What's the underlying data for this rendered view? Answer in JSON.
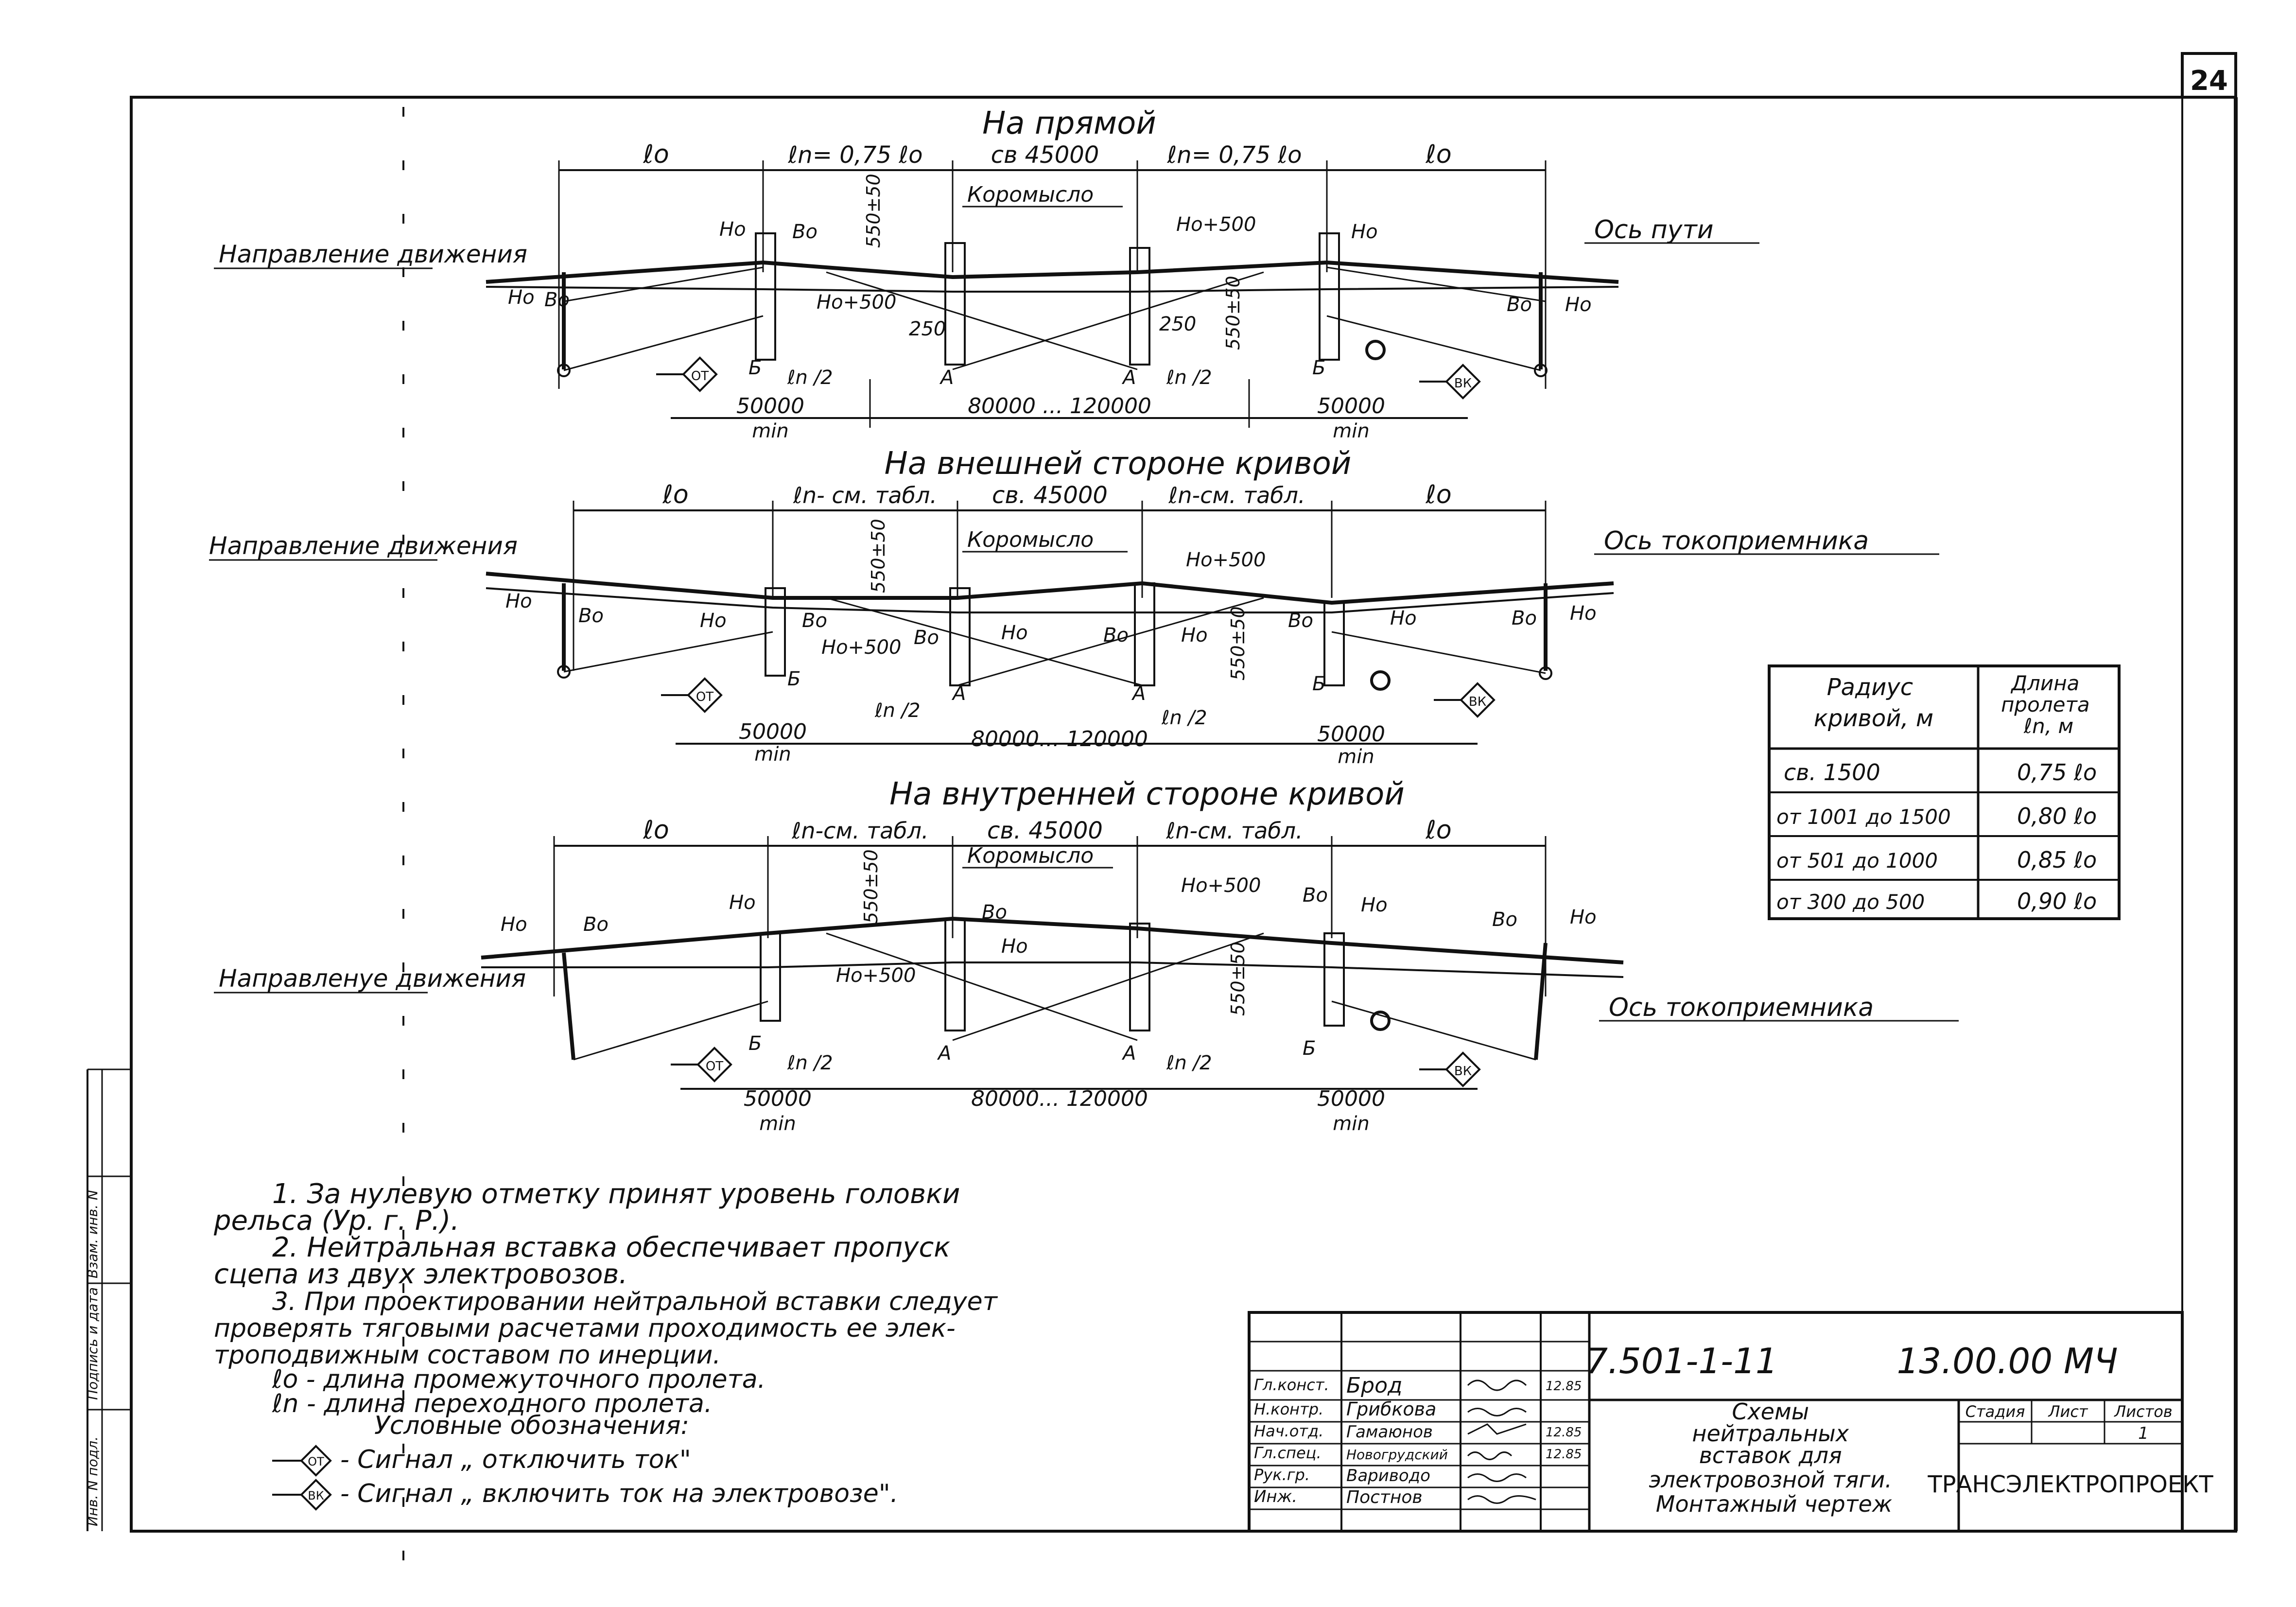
{
  "sheet_number": "24",
  "sections": [
    {
      "title": "На прямой",
      "l0_left": "ℓo",
      "ln_left": "ℓn= 0,75 ℓo",
      "center": "св 45000",
      "ln_right": "ℓn= 0,75 ℓo",
      "l0_right": "ℓo",
      "axis_label": "Ось пути",
      "direction": "Направление движения",
      "rocker": "Коромысло",
      "dim_left": "50000",
      "dim_center": "80000 ... 120000",
      "dim_right": "50000",
      "min": "min",
      "half_span": "ℓn /2",
      "h_plus": "Ho+500",
      "vertical": "550±50",
      "sag": "250"
    },
    {
      "title": "На внешней стороне кривой",
      "l0_left": "ℓo",
      "ln_left": "ℓn- см. табл.",
      "center": "св. 45000",
      "ln_right": "ℓn-см. табл.",
      "l0_right": "ℓo",
      "axis_label": "Ось токоприемника",
      "direction": "Направление движения",
      "rocker": "Коромысло",
      "dim_left": "50000",
      "dim_center": "80000... 120000",
      "dim_right": "50000",
      "min": "min",
      "half_span": "ℓn /2",
      "h_plus": "Ho+500",
      "vertical": "550±50"
    },
    {
      "title": "На внутренней стороне кривой",
      "l0_left": "ℓo",
      "ln_left": "ℓn-см. табл.",
      "center": "св. 45000",
      "ln_right": "ℓn-см. табл.",
      "l0_right": "ℓo",
      "axis_label": "Ось токоприемника",
      "direction": "Направленуе движения",
      "rocker": "Коромысло",
      "dim_left": "50000",
      "dim_center": "80000... 120000",
      "dim_right": "50000",
      "min": "min",
      "half_span": "ℓn /2",
      "h_plus": "Ho+500",
      "vertical": "550±50"
    }
  ],
  "labels": {
    "H": "Ho",
    "B": "Bo",
    "A": "А",
    "Б": "Б"
  },
  "table": {
    "header_radius": "Радиус кривой, м",
    "header_length": "Длина пролета ℓn, м",
    "rows": [
      {
        "radius": "св. 1500",
        "length": "0,75 ℓo"
      },
      {
        "radius": "от 1001 до 1500",
        "length": "0,80 ℓo"
      },
      {
        "radius": "от 501 до 1000",
        "length": "0,85 ℓo"
      },
      {
        "radius": "от 300 до 500",
        "length": "0,90 ℓo"
      }
    ]
  },
  "notes": [
    "1. За нулевую отметку принят уровень головки",
    "рельса (Ур. г. Р.).",
    "2. Нейтральная вставка обеспечивает пропуск",
    "сцепа из двух электровозов.",
    "3. При проектировании нейтральной вставки следует",
    "проверять тяговыми расчетами проходимость ее элек-",
    "троподвижным составом по инерции.",
    "ℓo - длина промежуточного пролета.",
    "ℓn - длина переходного пролета.",
    "Условные обозначения:",
    "- Сигнал „ отключить ток\"",
    "- Сигнал „ включить ток на электровозе\"."
  ],
  "signals": {
    "off": "ОТ",
    "on": "ВК"
  },
  "side_labels": [
    "Инв. N подл.",
    "Подпись и дата",
    "Взам. инв. N"
  ],
  "title_block": {
    "doc_code": "7.501-1-11",
    "doc_number": "13.00.00 МЧ",
    "title": [
      "Схемы",
      "нейтральных",
      "вставок для",
      "электровозной тяги.",
      "Монтажный чертеж"
    ],
    "stage_label": "Стадия",
    "sheet_label": "Лист",
    "sheets_label": "Листов",
    "sheets_value": "1",
    "organization": "ТРАНСЭЛЕКТРОПРОЕКТ",
    "people": [
      {
        "role": "Гл.конст.",
        "name": "Брод",
        "date": "12.85"
      },
      {
        "role": "Н.контр.",
        "name": "Грибкова",
        "date": ""
      },
      {
        "role": "Нач.отд.",
        "name": "Гамаюнов",
        "date": "12.85"
      },
      {
        "role": "Гл.спец.",
        "name": "Новогрудский",
        "date": "12.85"
      },
      {
        "role": "Рук.гр.",
        "name": "Вариводо",
        "date": ""
      },
      {
        "role": "Инж.",
        "name": "Постнов",
        "date": ""
      }
    ]
  }
}
